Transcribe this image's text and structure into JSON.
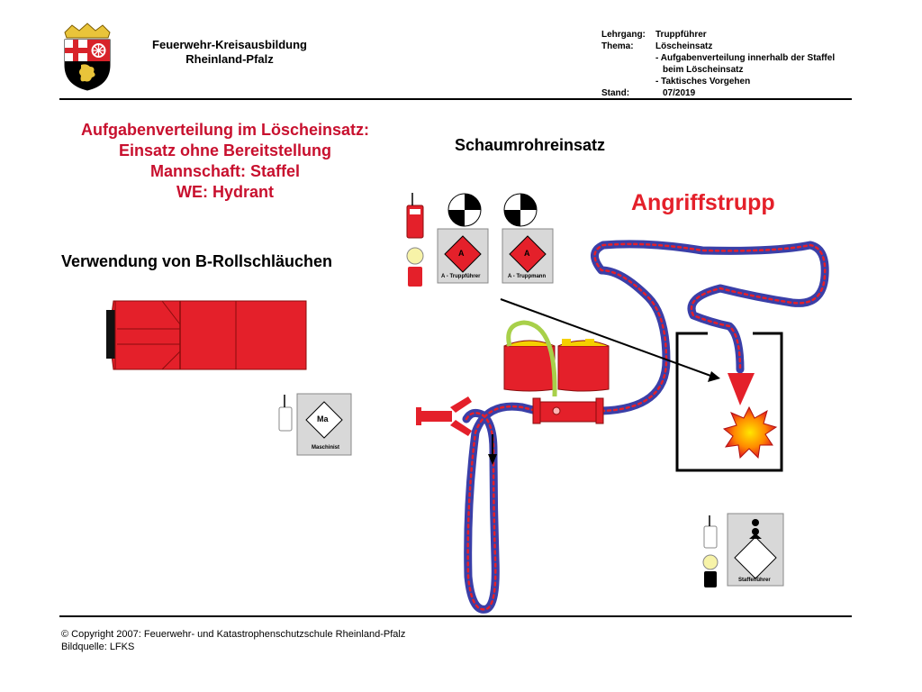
{
  "header": {
    "org_line1": "Feuerwehr-Kreisausbildung",
    "org_line2": "Rheinland-Pfalz",
    "meta": [
      {
        "key": "Lehrgang:",
        "value": "Truppführer"
      },
      {
        "key": "Thema:",
        "value": "Löscheinsatz"
      },
      {
        "key": "",
        "value": "- Aufgabenverteilung innerhalb der Staffel"
      },
      {
        "key": "",
        "value": "beim Löscheinsatz"
      },
      {
        "key": "",
        "value": "- Taktisches Vorgehen"
      },
      {
        "key": "Stand:",
        "value": "07/2019"
      }
    ]
  },
  "title": {
    "line1": "Aufgabenverteilung im Löscheinsatz:",
    "line2": "Einsatz ohne Bereitstellung",
    "line3": "Mannschaft: Staffel",
    "line4": "WE: Hydrant"
  },
  "subtitle": "Verwendung von B-Rollschläuchen",
  "schaumrohr_label": "Schaumrohreinsatz",
  "angriffstrupp_label": "Angriffstrupp",
  "persons": {
    "truppfuehrer": {
      "symbol": "A",
      "caption": "A - Truppführer"
    },
    "truppmann": {
      "symbol": "A",
      "caption": "A - Truppmann"
    },
    "maschinist": {
      "symbol": "Ma",
      "caption": "Maschinist"
    },
    "staffelfuehrer": {
      "caption": "Staffelführer"
    }
  },
  "footer": {
    "copyright": "© Copyright 2007: Feuerwehr- und Katastrophenschutzschule Rheinland-Pfalz",
    "source": "Bildquelle: LFKS"
  },
  "colors": {
    "fire_red": "#e4202a",
    "hose_blue": "#3a3fa8",
    "foam_yellow": "#f5d000",
    "hose_green": "#a8d04a"
  },
  "icons": [
    "coat-of-arms-icon",
    "radio-icon",
    "breathing-apparatus-icon",
    "leader-helmet-icon",
    "fire-icon"
  ]
}
